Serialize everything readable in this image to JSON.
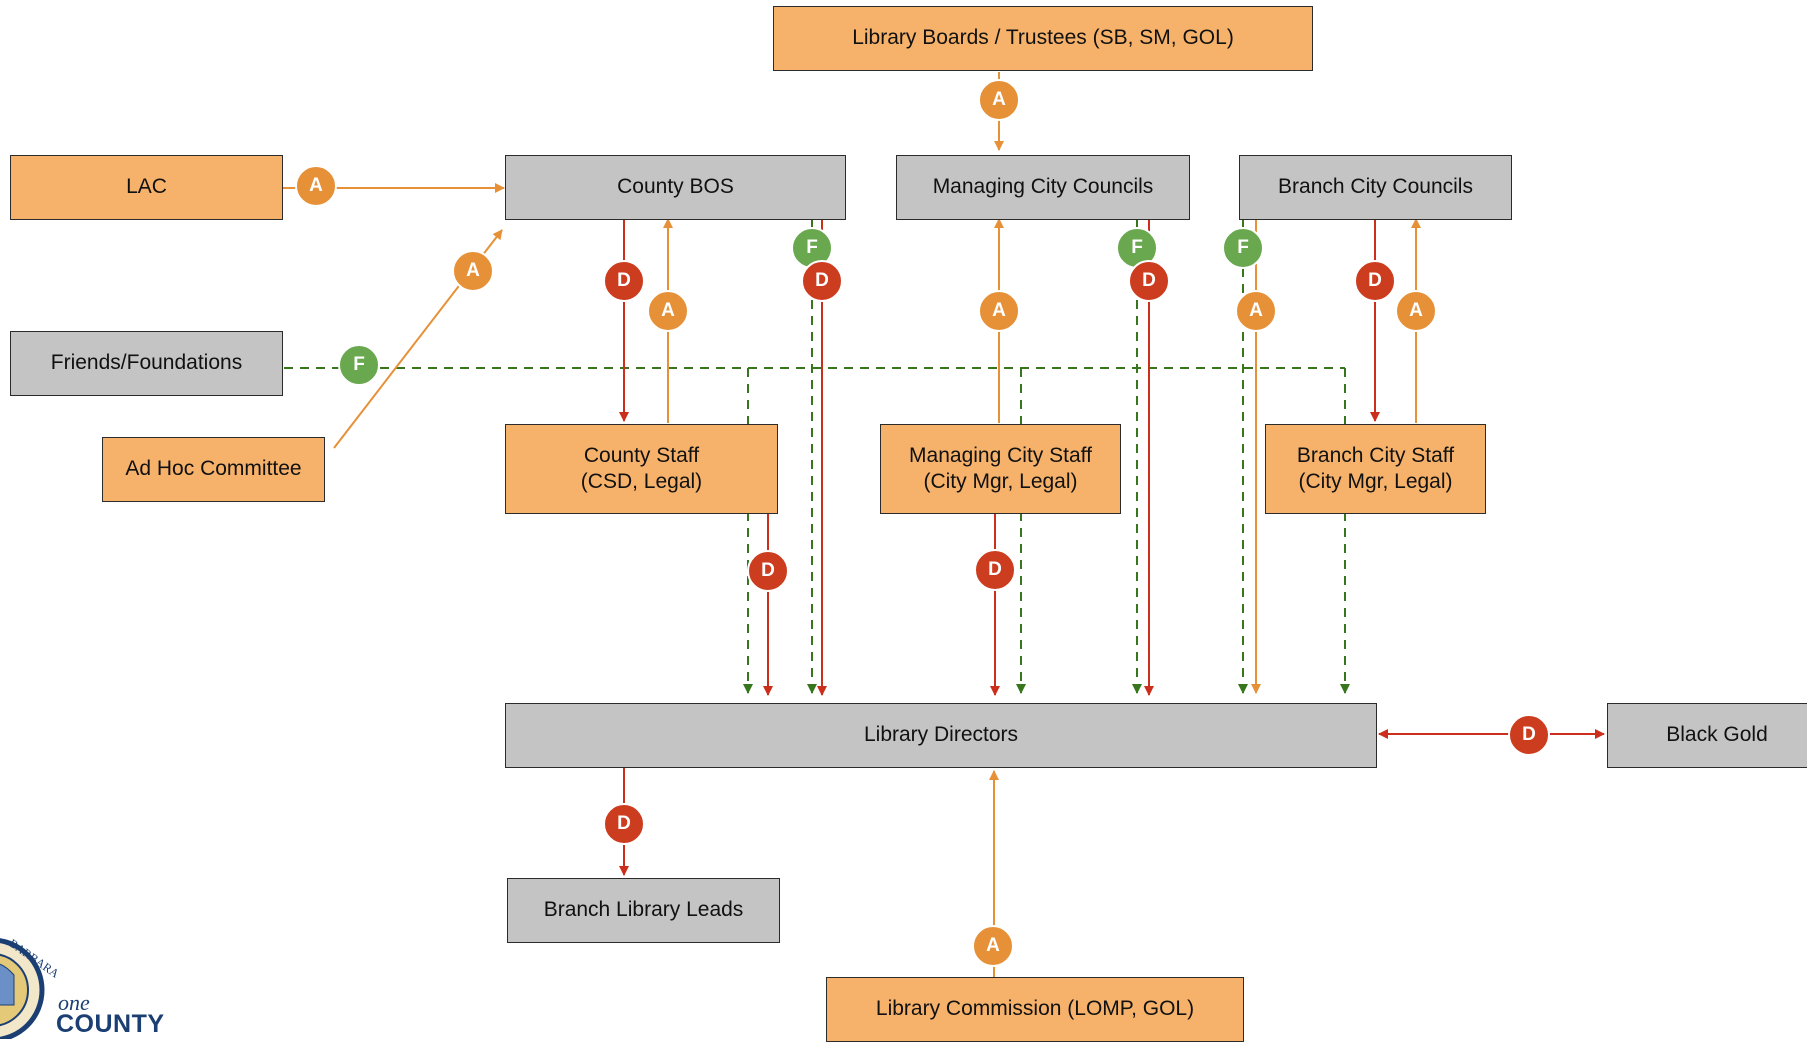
{
  "colors": {
    "approve": "#e69138",
    "direct": "#cc2e1c",
    "fund": "#38761d",
    "box_gray": "#c4c4c4",
    "box_orange": "#f6b26b"
  },
  "boxes": {
    "library_boards": "Library Boards / Trustees (SB, SM, GOL)",
    "lac": "LAC",
    "county_bos": "County BOS",
    "managing_city_councils": "Managing City Councils",
    "branch_city_councils": "Branch City Councils",
    "friends_foundations": "Friends/Foundations",
    "ad_hoc_committee": "Ad Hoc Committee",
    "county_staff": "County Staff\n(CSD, Legal)",
    "managing_city_staff": "Managing City Staff\n(City Mgr, Legal)",
    "branch_city_staff": "Branch City Staff\n(City Mgr, Legal)",
    "library_directors": "Library Directors",
    "black_gold": "Black Gold",
    "branch_library_leads": "Branch Library Leads",
    "library_commission": "Library Commission (LOMP, GOL)"
  },
  "badges": [
    "A",
    "A",
    "A",
    "D",
    "A",
    "F",
    "D",
    "A",
    "F",
    "D",
    "F",
    "A",
    "D",
    "A",
    "F",
    "D",
    "D",
    "D",
    "D",
    "A"
  ],
  "logo": {
    "tagline": "one",
    "word": "COUNTY"
  }
}
